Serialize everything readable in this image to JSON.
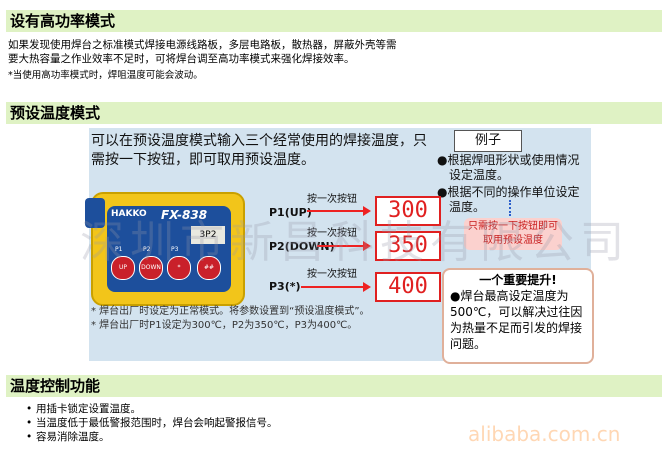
{
  "section1": {
    "title": "设有高功率模式",
    "lines": [
      "如果发现使用焊台之标准模式焊接电源线路板，多层电路板，散热器，屏蔽外壳等需",
      "要大热容量之作业效率不足时，可将焊台调至高功率模式来强化焊接效率。"
    ],
    "note": "*当使用高功率模式时，焊咀温度可能会波动。"
  },
  "section2": {
    "title": "预设温度模式",
    "figure": {
      "heading": "可以在预设温度模式输入三个经常使用的焊接温度，只需按一下按钮，即可取用预设温度。",
      "example_tag": "例子",
      "bullets": [
        "●根据焊咀形状或使用情况设定温度。",
        "●根据不同的操作单位设定温度。"
      ],
      "device": {
        "brand": "HAKKO",
        "model": "FX-838",
        "lcd": "3P2",
        "buttons": [
          "UP",
          "DOWN",
          "*",
          "##"
        ],
        "p_labels": [
          "P1",
          "P2",
          "P3"
        ]
      },
      "presets": [
        {
          "label": "P1(UP)",
          "action": "按一次按钮",
          "temp": "300"
        },
        {
          "label": "P2(DOWN)",
          "action": "按一次按钮",
          "temp": "350"
        },
        {
          "label": "P3(*)",
          "action": "按一次按钮",
          "temp": "400"
        }
      ],
      "callout": "只需按一下按钮即可取用预设温度",
      "important": {
        "title": "一个重要提升!",
        "body": "●焊台最高设定温度为500℃，可以解决过往因为热量不足而引发的焊接问题。"
      },
      "notes": [
        "* 焊台出厂时设定为正常模式。将参数设置到“预设温度模式”。",
        "* 焊台出厂时P1设定为300℃，P2为350℃，P3为400℃。"
      ]
    }
  },
  "section3": {
    "title": "温度控制功能",
    "items": [
      "用插卡锁定设置温度。",
      "当温度低于最低警报范围时，焊台会响起警报信号。",
      "容易消除温度。"
    ]
  },
  "watermark": "深圳市新昌科技有限公司",
  "watermark2": "alibaba.com.cn"
}
